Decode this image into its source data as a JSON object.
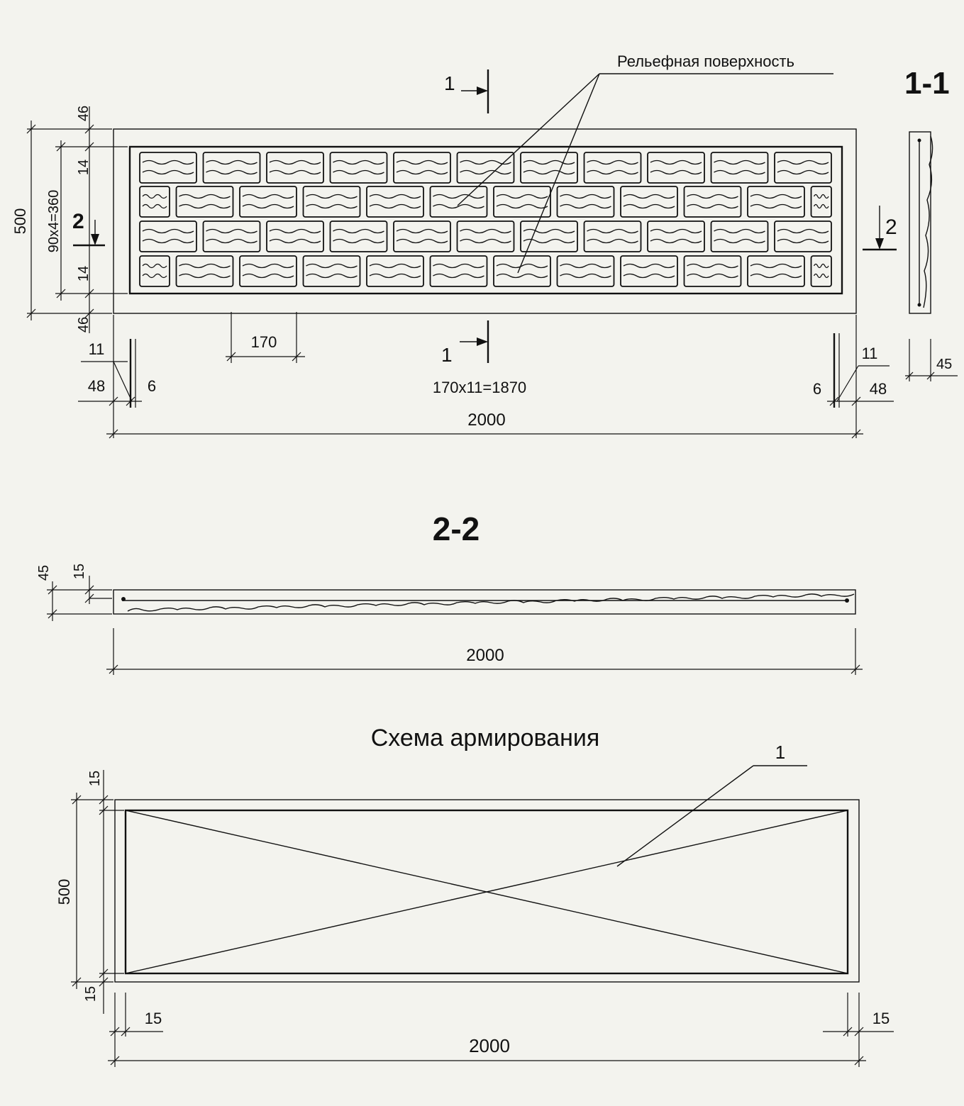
{
  "labels": {
    "relief_surface": "Рельефная поверхность",
    "section_1_1": "1-1",
    "section_2_2": "2-2",
    "reinforcement_title": "Схема армирования",
    "cut_1": "1",
    "cut_2": "2",
    "position_1": "1"
  },
  "dimensions": {
    "plan": {
      "height_total": "500",
      "edge_top": "46",
      "edge_bottom": "46",
      "inner_offset_top": "14",
      "inner_offset_bottom": "14",
      "row_pitch": "90х4=360",
      "brick_pitch": "170",
      "brick_series": "170х11=1870",
      "length_total": "2000",
      "left_offset": "48",
      "right_offset": "48",
      "left_gap_a": "11",
      "left_gap_b": "6",
      "right_gap_a": "11",
      "right_gap_b": "6"
    },
    "section_1_1": {
      "thickness": "45"
    },
    "section_2_2": {
      "thickness": "45",
      "cover": "15",
      "length": "2000"
    },
    "reinforcement": {
      "height": "500",
      "cover_top": "15",
      "cover_bottom": "15",
      "cover_left": "15",
      "cover_right": "15",
      "length": "2000"
    }
  }
}
